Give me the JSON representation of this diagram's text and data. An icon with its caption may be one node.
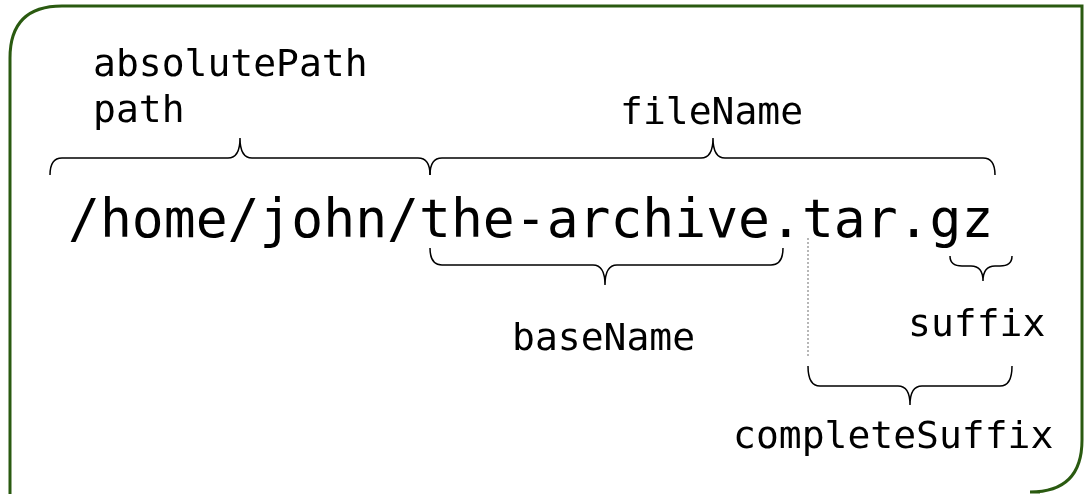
{
  "diagram": {
    "labels": [
      "absolutePath",
      "path",
      "fileName",
      "/home/john/the-archive.tar.gz",
      "suffix",
      "baseName",
      "completeSuffix"
    ]
  }
}
